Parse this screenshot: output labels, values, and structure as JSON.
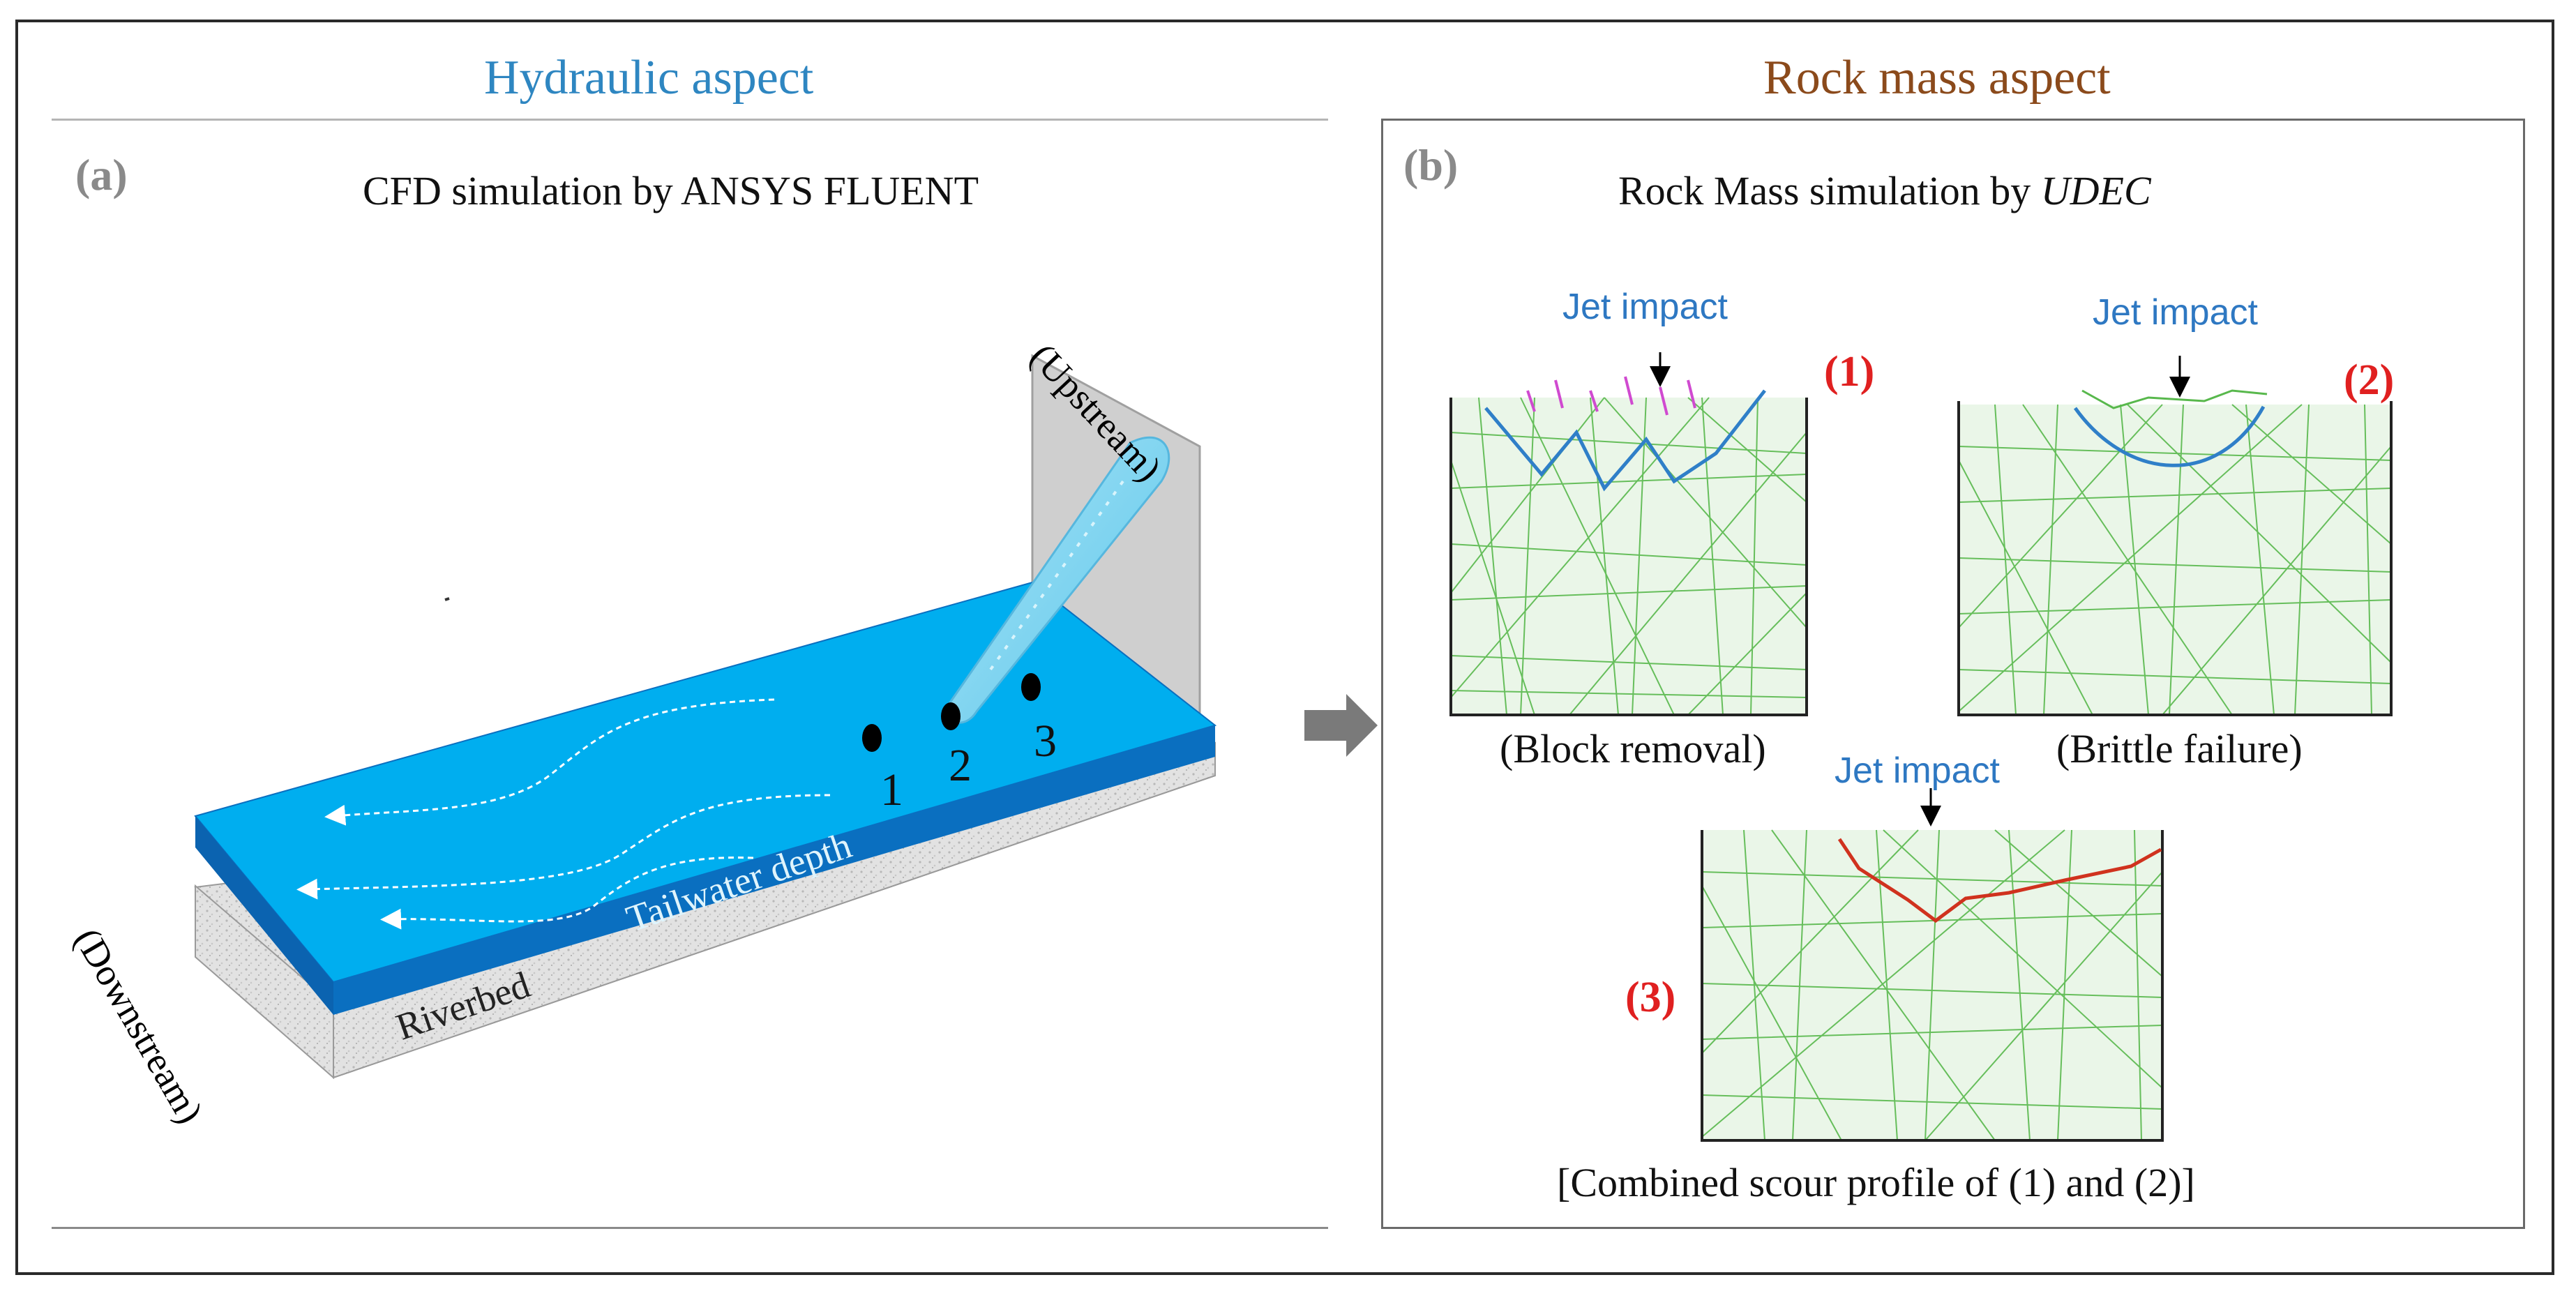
{
  "headers": {
    "hydraulic": "Hydraulic aspect",
    "rock_mass": "Rock mass aspect"
  },
  "panel_a": {
    "letter": "(a)",
    "caption": "CFD simulation by ANSYS FLUENT",
    "upstream": "(Upstream)",
    "downstream": "(Downstream)",
    "tailwater": "Tailwater depth",
    "riverbed": "Riverbed",
    "points": [
      "1",
      "2",
      "3"
    ]
  },
  "panel_b": {
    "letter": "(b)",
    "caption_pre": "Rock Mass simulation by ",
    "caption_italic": "UDEC",
    "jet_impact": "Jet impact",
    "scenario_1": {
      "number": "(1)",
      "caption": "(Block removal)"
    },
    "scenario_2": {
      "number": "(2)",
      "caption": "(Brittle failure)"
    },
    "scenario_3": {
      "number": "(3)",
      "caption": "[Combined scour profile of (1) and (2)]"
    }
  },
  "colors": {
    "water": "#00aeef",
    "water_dark": "#0a6fc0",
    "riverbed": "#dcdcdc",
    "rock_mesh": "#4caf50",
    "scour_blue": "#2f7fc8",
    "scour_red": "#d0321e",
    "label_red": "#e02020"
  }
}
